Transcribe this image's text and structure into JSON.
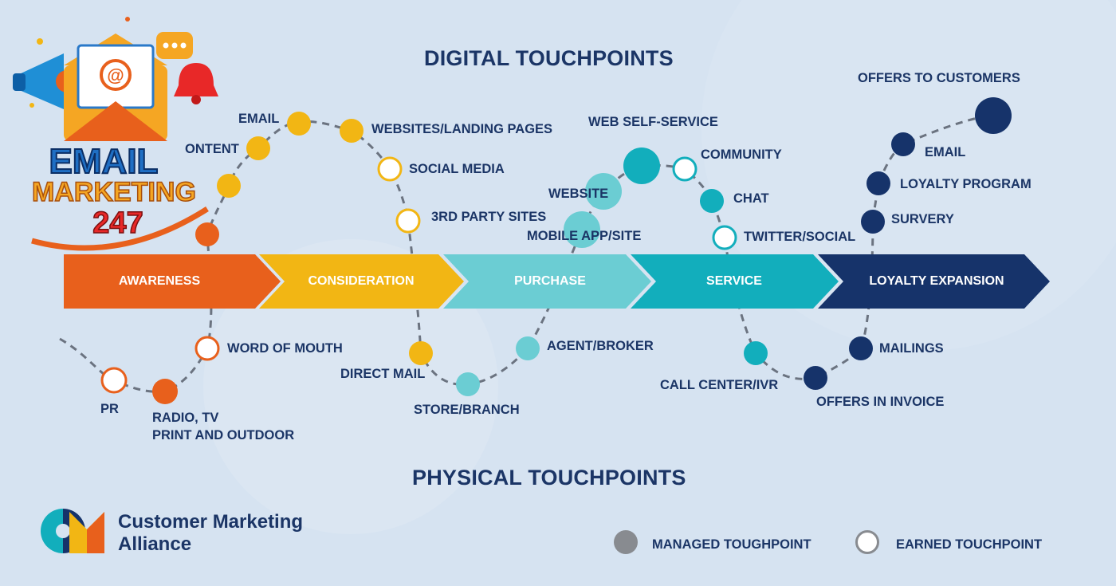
{
  "headings": {
    "digital": "DIGITAL TOUCHPOINTS",
    "physical": "PHYSICAL TOUCHPOINTS"
  },
  "stages": [
    {
      "label": "AWARENESS",
      "color": "#e8601c"
    },
    {
      "label": "CONSIDERATION",
      "color": "#f2b614"
    },
    {
      "label": "PURCHASE",
      "color": "#6bcdd3"
    },
    {
      "label": "SERVICE",
      "color": "#12aebc"
    },
    {
      "label": "LOYALTY EXPANSION",
      "color": "#16336a"
    }
  ],
  "touchpoints": {
    "email_consideration": "EMAIL",
    "websites_landing_pages": "WEBSITES/LANDING PAGES",
    "social_media": "SOCIAL MEDIA",
    "third_party_sites": "3RD PARTY SITES",
    "content_partial": "ONTENT",
    "web_self_service": "WEB SELF-SERVICE",
    "website": "WEBSITE",
    "community": "COMMUNITY",
    "chat": "CHAT",
    "mobile_app_site": "MOBILE APP/SITE",
    "twitter_social": "TWITTER/SOCIAL",
    "offers_to_customers": "OFFERS TO CUSTOMERS",
    "email_loyalty": "EMAIL",
    "loyalty_program": "LOYALTY PROGRAM",
    "survery": "SURVERY",
    "word_of_mouth": "WORD OF MOUTH",
    "pr": "PR",
    "radio_tv": "RADIO, TV",
    "print_outdoor": "PRINT AND OUTDOOR",
    "direct_mail": "DIRECT MAIL",
    "store_branch": "STORE/BRANCH",
    "agent_broker": "AGENT/BROKER",
    "call_center_ivr": "CALL CENTER/IVR",
    "mailings": "MAILINGS",
    "offers_in_invoice": "OFFERS IN INVOICE"
  },
  "brand": {
    "line1": "Customer Marketing",
    "line2": "Alliance"
  },
  "legend": {
    "managed": "MANAGED TOUGHPOINT",
    "earned": "EARNED TOUCHPOINT"
  },
  "logo_overlay": {
    "line1": "EMAIL",
    "line2": "MARKETING",
    "line3": "247"
  },
  "colors": {
    "orange": "#e8601c",
    "yellow": "#f2b614",
    "light_teal": "#6bcdd3",
    "teal": "#12aebc",
    "navy": "#16336a",
    "text": "#1b3566",
    "background": "#d6e3f1"
  }
}
